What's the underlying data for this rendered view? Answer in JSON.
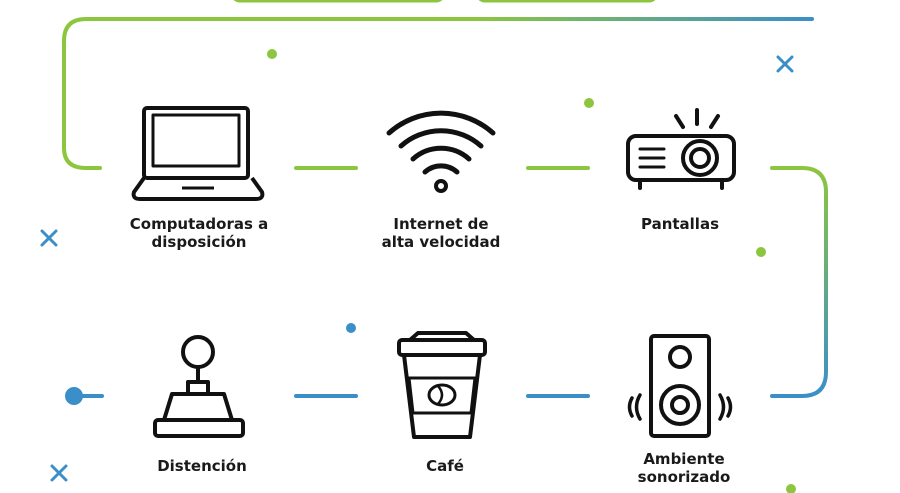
{
  "colors": {
    "green": "#8cc63f",
    "blue": "#3b8fc9",
    "icon": "#111111",
    "text": "#1a1a1a"
  },
  "features": [
    {
      "id": "computers",
      "icon": "laptop-icon",
      "line1": "Computadoras a",
      "line2": "disposición"
    },
    {
      "id": "internet",
      "icon": "wifi-icon",
      "line1": "Internet de",
      "line2": "alta velocidad"
    },
    {
      "id": "screens",
      "icon": "projector-icon",
      "line1": "Pantallas",
      "line2": ""
    },
    {
      "id": "distraction",
      "icon": "joystick-icon",
      "line1": "Distención",
      "line2": ""
    },
    {
      "id": "coffee",
      "icon": "coffee-cup-icon",
      "line1": "Café",
      "line2": ""
    },
    {
      "id": "sound",
      "icon": "speaker-icon",
      "line1": "Ambiente",
      "line2": "sonorizado"
    }
  ]
}
